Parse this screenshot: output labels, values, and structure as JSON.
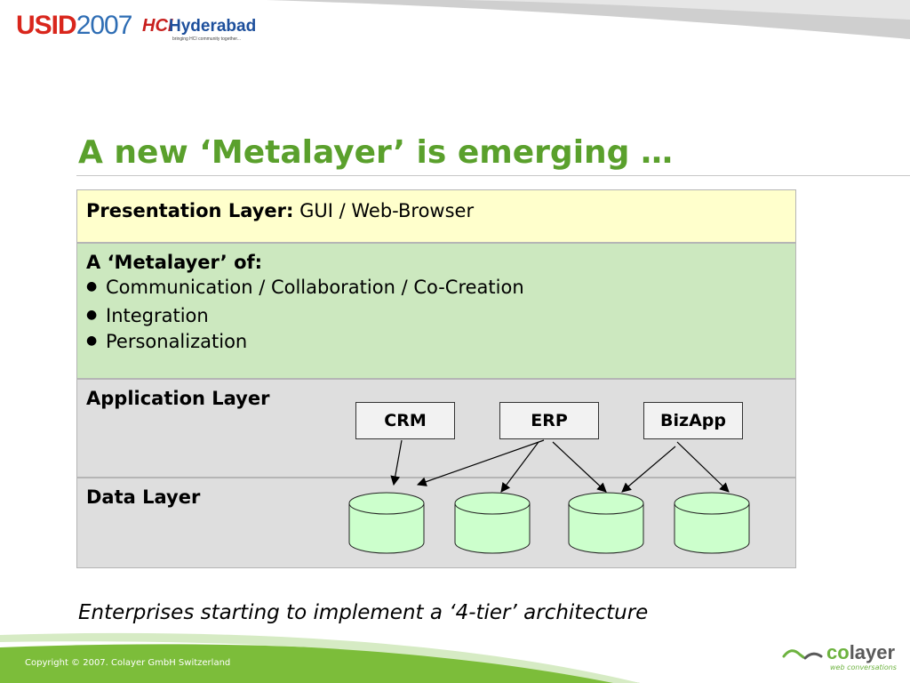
{
  "header": {
    "logo_usid_a": "USID",
    "logo_usid_b": "2007",
    "logo_hci_mark": "HCI",
    "logo_hci_name": "Hyderabad",
    "logo_hci_tagline": "bringing HCI community together..."
  },
  "slide": {
    "title": "A new ‘Metalayer’ is emerging …",
    "caption": "Enterprises starting to implement a ‘4-tier’ architecture"
  },
  "layers": {
    "presentation": {
      "label": "Presentation Layer:",
      "value": "GUI / Web-Browser"
    },
    "metalayer": {
      "label": "A ‘Metalayer’ of:",
      "items": [
        "Communication / Collaboration / Co-Creation",
        "Integration",
        "Personalization"
      ]
    },
    "application": {
      "label": "Application Layer"
    },
    "data": {
      "label": "Data Layer"
    }
  },
  "systems": [
    "CRM",
    "ERP",
    "BizApp"
  ],
  "footer": {
    "copyright": "Copyright © 2007. Colayer GmbH Switzerland",
    "brand_a": "co",
    "brand_b": "layer",
    "brand_tagline": "web conversations"
  },
  "colors": {
    "title": "#5aa02c",
    "presentation_bg": "#ffffcc",
    "metalayer_bg": "#cce8bf",
    "gray_layer_bg": "#dedede",
    "database_fill": "#ccffcc"
  }
}
